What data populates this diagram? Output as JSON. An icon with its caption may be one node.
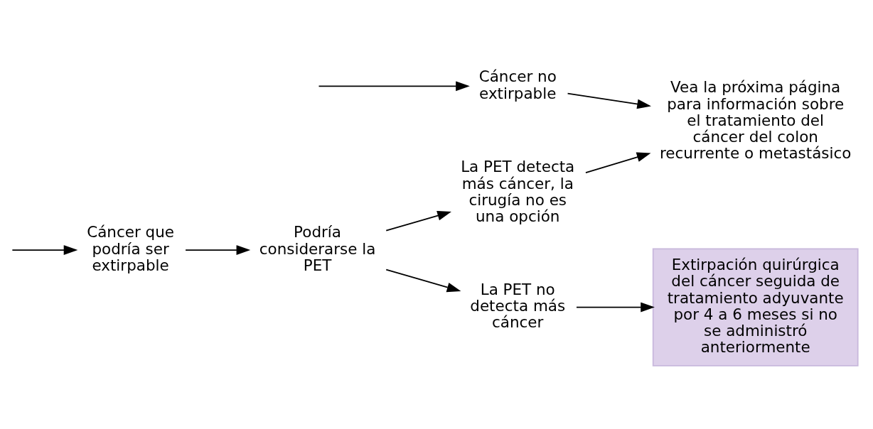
{
  "diagram": {
    "nodes": [
      {
        "text": [
          "Cáncer que podría ser extirpable"
        ]
      },
      {
        "text": [
          "Podría considerarse la PET"
        ]
      },
      {
        "text": [
          "La PET no detecta más cáncer"
        ]
      },
      {
        "text": [
          "Extirpación quirúrgica del cáncer seguida de tratamiento adyuvante por 4 a 6 meses si no se administró anteriormente"
        ]
      },
      {
        "text": [
          "La PET detecta más cáncer, la cirugía no es una opción"
        ]
      },
      {
        "text": [
          "Cáncer no extirpable"
        ]
      },
      {
        "text": [
          "Vea la próxima página para información sobre el tratamiento del cáncer del colon recurrente o metastásico"
        ]
      }
    ],
    "edges": [
      {
        "from": null,
        "to": 0,
        "arrow": "to"
      },
      {
        "from": null,
        "to": 5,
        "arrow": "to"
      },
      {
        "from": 0,
        "to": 1,
        "arrow": "to"
      },
      {
        "from": 1,
        "to": 2,
        "arrow": "to"
      },
      {
        "from": 1,
        "to": 4,
        "arrow": "to"
      },
      {
        "from": 2,
        "to": 3,
        "arrow": "to"
      },
      {
        "from": 4,
        "to": 6,
        "arrow": "to"
      },
      {
        "from": 5,
        "to": 6,
        "arrow": "to"
      }
    ]
  }
}
